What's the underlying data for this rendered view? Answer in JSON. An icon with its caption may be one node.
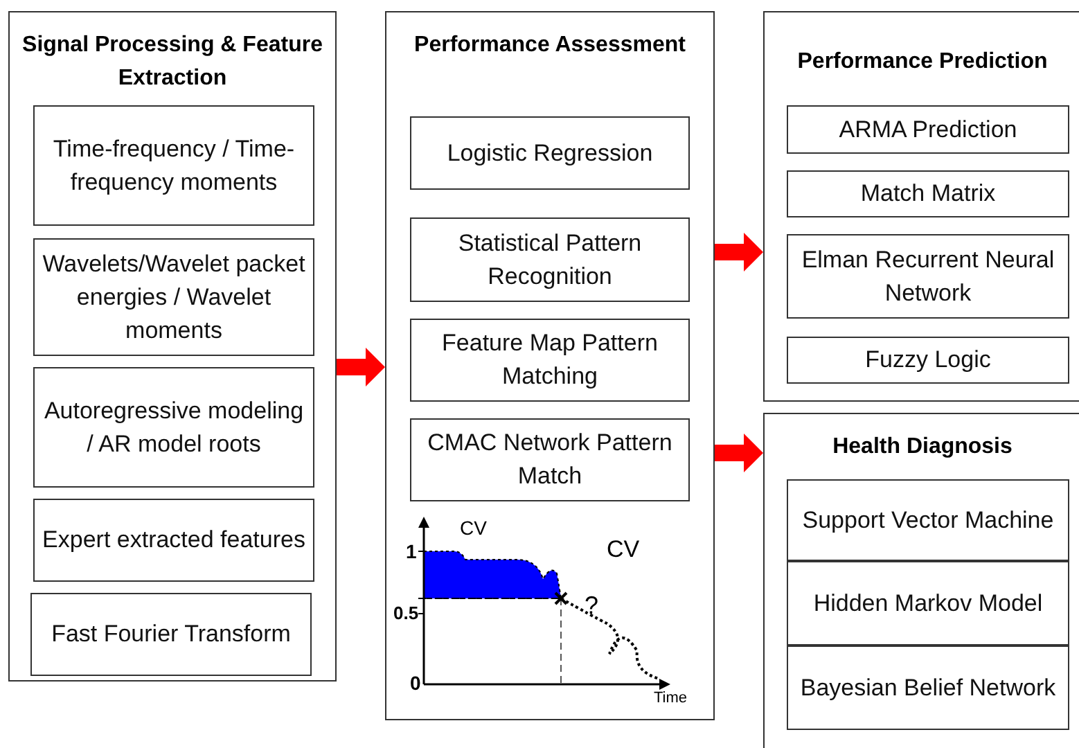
{
  "diagram": {
    "nodes": [
      {
        "text": [
          "Signal Processing & Feature Extraction"
        ]
      },
      {
        "text": [
          "Time-frequency / Time-frequency moments"
        ],
        "in": 0
      },
      {
        "text": [
          "Wavelets/Wavelet packet energies / Wavelet moments"
        ],
        "in": 0
      },
      {
        "text": [
          "Autoregressive modeling / AR model roots"
        ],
        "in": 0
      },
      {
        "text": [
          "Expert extracted features"
        ],
        "in": 0
      },
      {
        "text": [
          "Fast Fourier Transform"
        ],
        "in": 0
      },
      {
        "text": [
          "Performance Assessment"
        ]
      },
      {
        "text": [
          "Logistic Regression"
        ],
        "in": 6
      },
      {
        "text": [
          "Statistical Pattern Recognition"
        ],
        "in": 6
      },
      {
        "text": [
          "Feature Map Pattern Matching"
        ],
        "in": 6
      },
      {
        "text": [
          "CMAC Network Pattern Match"
        ],
        "in": 6
      },
      {
        "text": [
          "Performance Prediction"
        ]
      },
      {
        "text": [
          "ARMA Prediction"
        ],
        "in": 11
      },
      {
        "text": [
          "Match Matrix"
        ],
        "in": 11
      },
      {
        "text": [
          "Elman Recurrent Neural Network"
        ],
        "in": 11
      },
      {
        "text": [
          "Fuzzy Logic"
        ],
        "in": 11
      },
      {
        "text": [
          "Health Diagnosis"
        ]
      },
      {
        "text": [
          "Support Vector Machine"
        ],
        "in": 16
      },
      {
        "text": [
          "Hidden Markov Model"
        ],
        "in": 16
      },
      {
        "text": [
          "Bayesian Belief Network"
        ],
        "in": 16
      }
    ],
    "edges": [
      {
        "from": 0,
        "to": 6,
        "arrow": "to"
      },
      {
        "from": 6,
        "to": 11,
        "arrow": "to"
      },
      {
        "from": 6,
        "to": 16,
        "arrow": "to"
      }
    ],
    "labels": [
      "CV",
      "1",
      "CV",
      "0.5",
      "?",
      "0",
      "Time"
    ]
  }
}
